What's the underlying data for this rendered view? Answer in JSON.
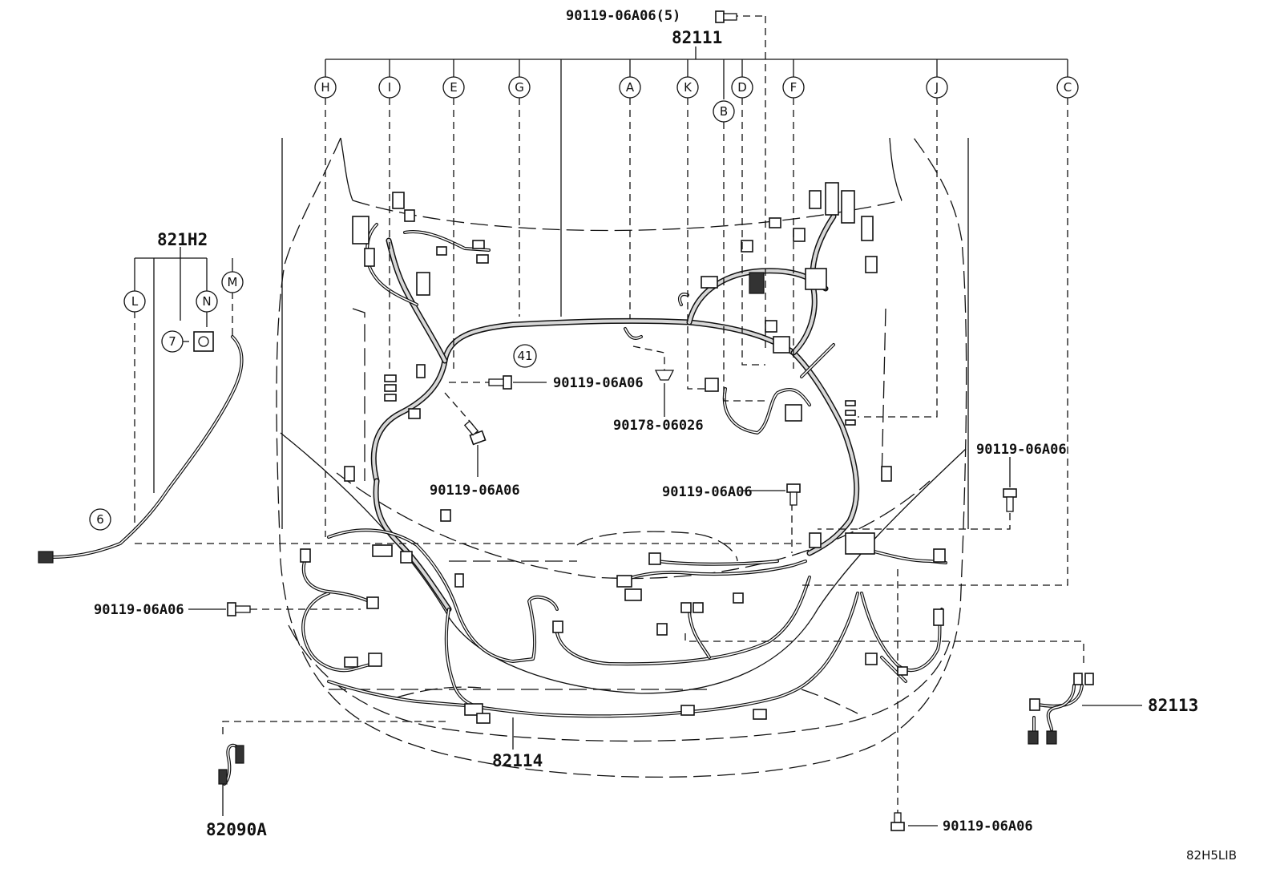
{
  "part_numbers": {
    "main_harness": "82111",
    "harness_821h2": "821H2",
    "harness_82113": "82113",
    "harness_82114": "82114",
    "harness_82090a": "82090A",
    "bolt_top": "90119-06A06(5)",
    "bolt_center": "90119-06A06",
    "bolt_lower_center": "90119-06A06",
    "bolt_mid_right": "90119-06A06",
    "bolt_right": "90119-06A06",
    "bolt_left": "90119-06A06",
    "bolt_bottom": "90119-06A06",
    "clip": "90178-06026"
  },
  "callouts": {
    "main": [
      "H",
      "I",
      "E",
      "G",
      "A",
      "K",
      "B",
      "D",
      "F",
      "J",
      "C"
    ],
    "sub": [
      "L",
      "N",
      "M"
    ],
    "items": [
      "7",
      "6",
      "41"
    ]
  },
  "figure_code": "82H5LIB"
}
